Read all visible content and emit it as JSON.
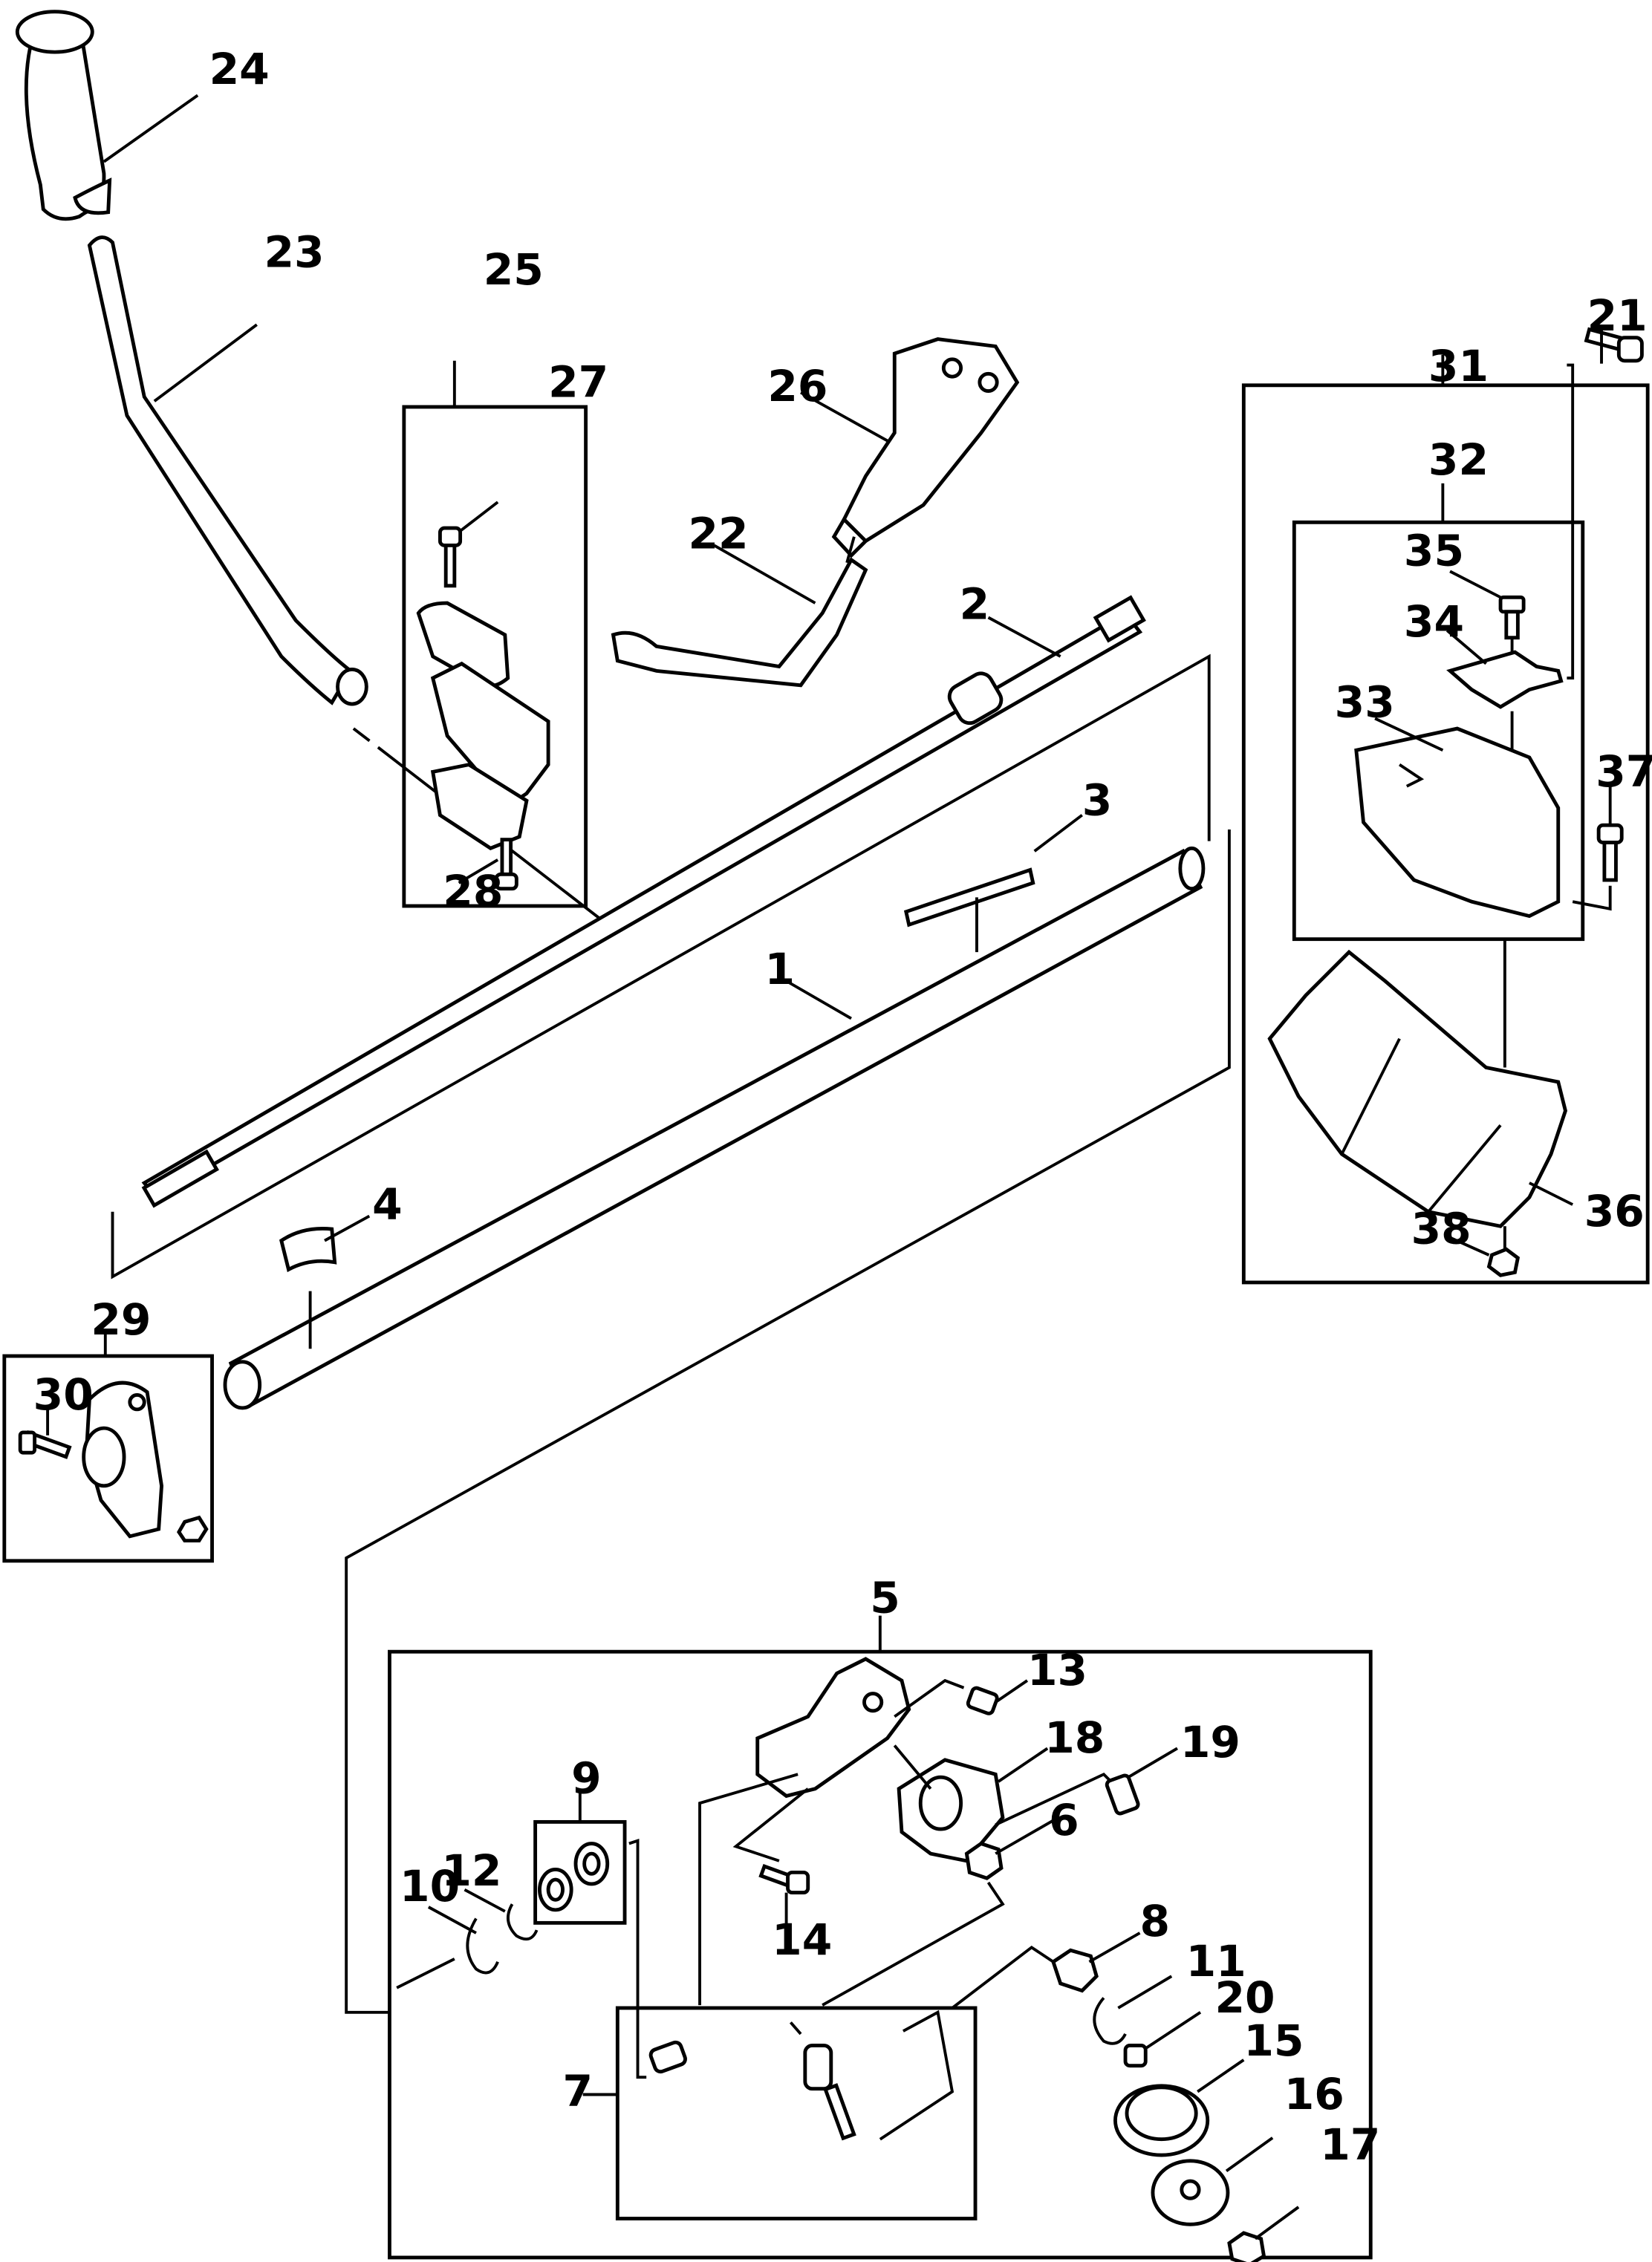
{
  "diagram": {
    "type": "exploded-parts-diagram",
    "subject": "brush cutter shaft, handle and gear head assembly",
    "labels": {
      "p1": "1",
      "p2": "2",
      "p3": "3",
      "p4": "4",
      "p5": "5",
      "p6": "6",
      "p7": "7",
      "p8": "8",
      "p9": "9",
      "p10": "10",
      "p11": "11",
      "p12": "12",
      "p13": "13",
      "p14": "14",
      "p15": "15",
      "p16": "16",
      "p17": "17",
      "p18": "18",
      "p19": "19",
      "p20": "20",
      "p21": "21",
      "p22": "22",
      "p23": "23",
      "p24": "24",
      "p25": "25",
      "p26": "26",
      "p27": "27",
      "p28": "28",
      "p29": "29",
      "p30": "30",
      "p31": "31",
      "p32": "32",
      "p33": "33",
      "p34": "34",
      "p35": "35",
      "p36": "36",
      "p37": "37",
      "p38": "38"
    },
    "groups": [
      {
        "label": "25",
        "contains": [
          "27",
          "28"
        ]
      },
      {
        "label": "29",
        "contains": [
          "30"
        ]
      },
      {
        "label": "31",
        "contains": [
          "32",
          "36",
          "38"
        ]
      },
      {
        "label": "32",
        "contains": [
          "33",
          "34",
          "35"
        ]
      },
      {
        "label": "5",
        "contains": [
          "6",
          "7",
          "8",
          "9",
          "10",
          "11",
          "12",
          "13",
          "14",
          "15",
          "16",
          "17",
          "18",
          "19",
          "20"
        ]
      },
      {
        "label": "9",
        "contains": []
      },
      {
        "label": "7",
        "contains": []
      }
    ]
  }
}
